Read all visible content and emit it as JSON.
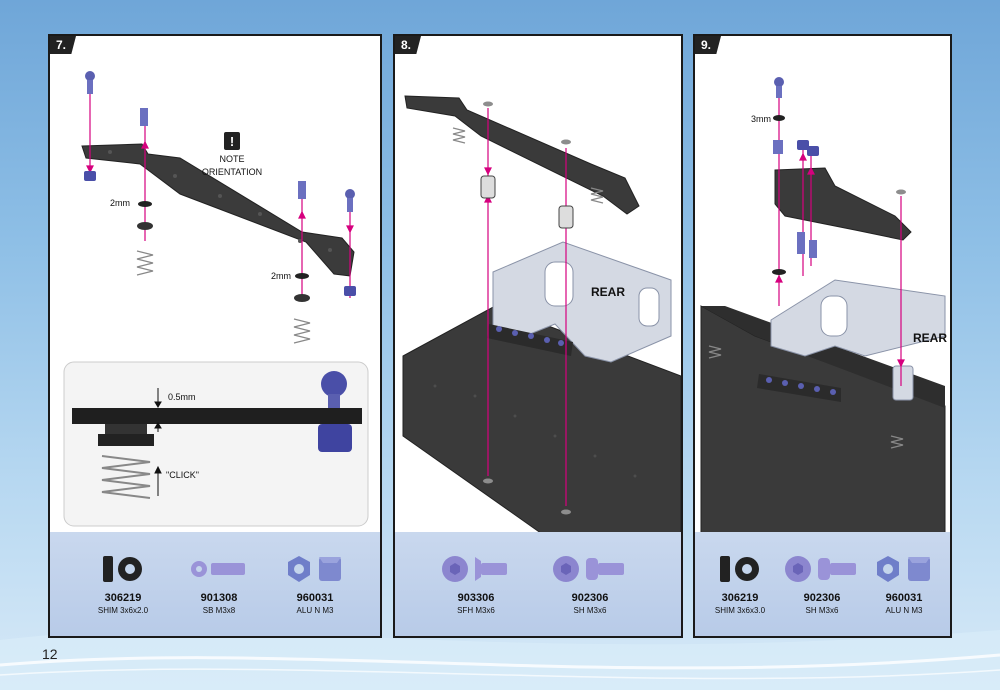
{
  "page_number": "12",
  "panels": [
    {
      "step": "7.",
      "note": "NOTE ORIENTATION",
      "note_line1": "NOTE",
      "note_line2": "ORIENTATION",
      "spacer_left": "2mm",
      "spacer_right": "2mm",
      "detail_gap": "0.5mm",
      "detail_click": "\"CLICK\"",
      "parts": [
        {
          "code": "306219",
          "desc": "SHIM 3x6x2.0",
          "icon": "shim-icon"
        },
        {
          "code": "901308",
          "desc": "SB M3x8",
          "icon": "ball-stud-icon"
        },
        {
          "code": "960031",
          "desc": "ALU N M3",
          "icon": "nut-icon"
        }
      ]
    },
    {
      "step": "8.",
      "rear_label": "REAR",
      "parts": [
        {
          "code": "903306",
          "desc": "SFH M3x6",
          "icon": "flat-head-screw-icon"
        },
        {
          "code": "902306",
          "desc": "SH M3x6",
          "icon": "socket-head-screw-icon"
        }
      ]
    },
    {
      "step": "9.",
      "spacer_label": "3mm",
      "rear_label": "REAR",
      "parts": [
        {
          "code": "306219",
          "desc": "SHIM 3x6x3.0",
          "icon": "shim-icon"
        },
        {
          "code": "902306",
          "desc": "SH M3x6",
          "icon": "socket-head-screw-icon"
        },
        {
          "code": "960031",
          "desc": "ALU N M3",
          "icon": "nut-icon"
        }
      ]
    }
  ],
  "colors": {
    "accent_arrow": "#d6007e",
    "carbon": "#3a3a3a",
    "alu_blue": "#5560b8",
    "parts_bar": "#c4d5ec"
  }
}
